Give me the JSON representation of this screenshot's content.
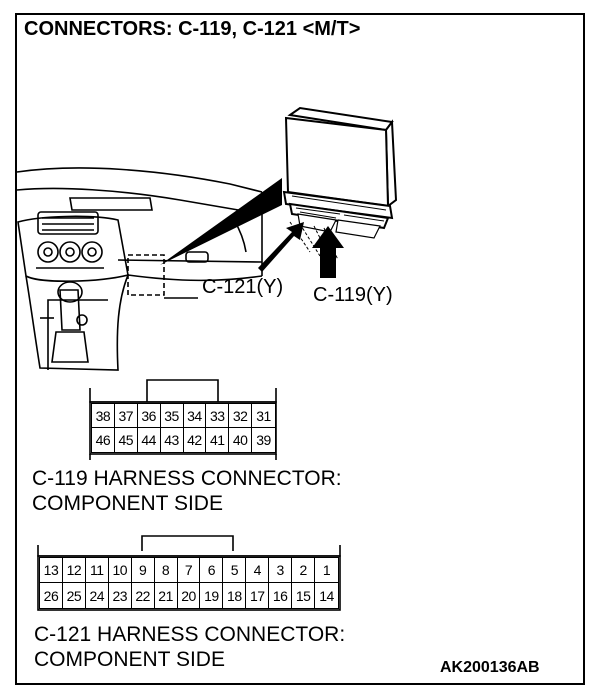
{
  "title": "CONNECTORS: C-119, C-121 <M/T>",
  "callouts": {
    "c121": "C-121(Y)",
    "c119": "C-119(Y)"
  },
  "connectors": {
    "c119": {
      "top_row": [
        "38",
        "37",
        "36",
        "35",
        "34",
        "33",
        "32",
        "31"
      ],
      "bottom_row": [
        "46",
        "45",
        "44",
        "43",
        "42",
        "41",
        "40",
        "39"
      ],
      "caption_line1": "C-119 HARNESS CONNECTOR:",
      "caption_line2": "COMPONENT SIDE"
    },
    "c121": {
      "top_row": [
        "13",
        "12",
        "11",
        "10",
        "9",
        "8",
        "7",
        "6",
        "5",
        "4",
        "3",
        "2",
        "1"
      ],
      "bottom_row": [
        "26",
        "25",
        "24",
        "23",
        "22",
        "21",
        "20",
        "19",
        "18",
        "17",
        "16",
        "15",
        "14"
      ],
      "caption_line1": "C-121 HARNESS CONNECTOR:",
      "caption_line2": "COMPONENT SIDE"
    }
  },
  "doc_id": "AK200136AB"
}
